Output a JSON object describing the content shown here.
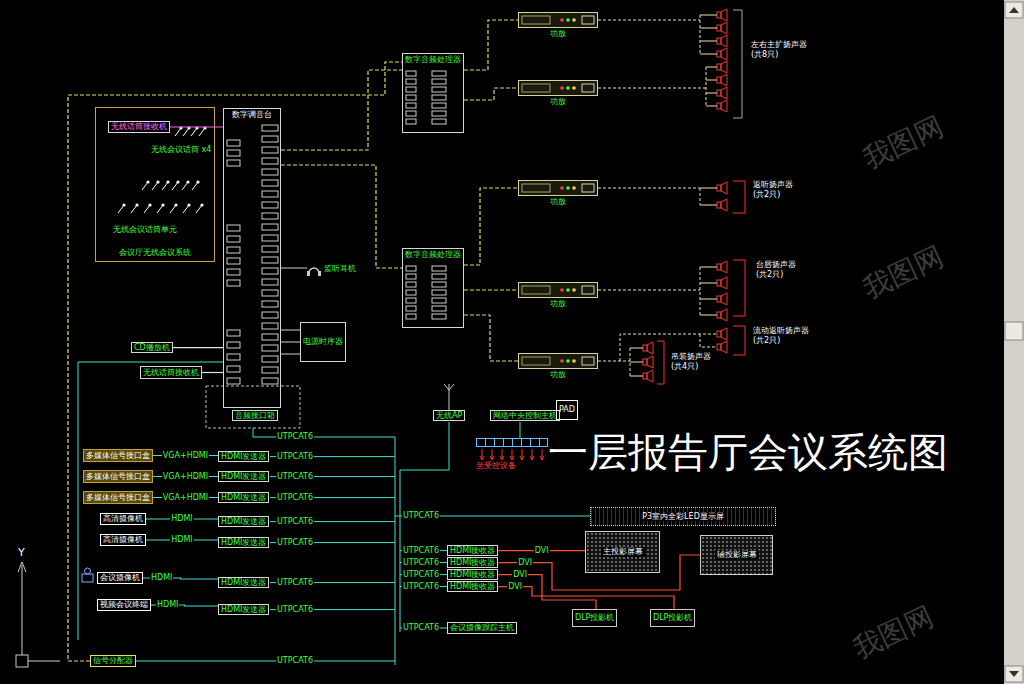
{
  "diagram": {
    "title": "一层报告厅会议系统图",
    "nodes": [
      {
        "text": [
          "数字调音台"
        ]
      },
      {
        "text": [
          "会议厅无线会议系统"
        ]
      },
      {
        "text": [
          "无线话筒接收机"
        ],
        "in": 1
      },
      {
        "text": [
          "数字音频处理器"
        ]
      },
      {
        "text": [
          "数字音频处理器"
        ]
      },
      {
        "text": [
          "功放"
        ]
      },
      {
        "text": [
          "功放"
        ]
      },
      {
        "text": [
          "功放"
        ]
      },
      {
        "text": [
          "功放"
        ]
      },
      {
        "text": [
          "功放"
        ]
      },
      {
        "text": [
          "CD播放机"
        ]
      },
      {
        "text": [
          "无线话筒接收机"
        ]
      },
      {
        "text": [
          "音频接口箱"
        ]
      },
      {
        "text": [
          "电源时序器"
        ]
      },
      {
        "text": [
          "无线AP"
        ]
      },
      {
        "text": [
          "网络中央控制主机"
        ]
      },
      {
        "text": [
          "PAD"
        ]
      },
      {
        "text": [
          "至受控设备"
        ]
      },
      {
        "text": [
          "多媒体信号接口盒"
        ]
      },
      {
        "text": [
          "多媒体信号接口盒"
        ]
      },
      {
        "text": [
          "多媒体信号接口盒"
        ]
      },
      {
        "text": [
          "高清摄像机"
        ]
      },
      {
        "text": [
          "高清摄像机"
        ]
      },
      {
        "text": [
          "会议摄像机"
        ]
      },
      {
        "text": [
          "视频会议终端"
        ]
      },
      {
        "text": [
          "信号分配器"
        ]
      },
      {
        "text": [
          "HDMI发送器"
        ]
      },
      {
        "text": [
          "HDMI发送器"
        ]
      },
      {
        "text": [
          "HDMI发送器"
        ]
      },
      {
        "text": [
          "HDMI发送器"
        ]
      },
      {
        "text": [
          "HDMI发送器"
        ]
      },
      {
        "text": [
          "HDMI发送器"
        ]
      },
      {
        "text": [
          "HDMI发送器"
        ]
      },
      {
        "text": [
          "HDMI接收器"
        ]
      },
      {
        "text": [
          "HDMI接收器"
        ]
      },
      {
        "text": [
          "HDMI接收器"
        ]
      },
      {
        "text": [
          "HDMI接收器"
        ]
      },
      {
        "text": [
          "P3室内全彩LED显示屏"
        ]
      },
      {
        "text": [
          "主投影屏幕"
        ]
      },
      {
        "text": [
          "辅投影屏幕"
        ]
      },
      {
        "text": [
          "DLP投影机"
        ]
      },
      {
        "text": [
          "DLP投影机"
        ]
      },
      {
        "text": [
          "会议摄像跟踪主机"
        ]
      }
    ],
    "edges": [
      {
        "from": 0,
        "to": 3,
        "arrow": "none"
      },
      {
        "from": 0,
        "to": 4,
        "arrow": "none"
      },
      {
        "from": 3,
        "to": 5,
        "arrow": "none"
      },
      {
        "from": 3,
        "to": 6,
        "arrow": "none"
      },
      {
        "from": 4,
        "to": 7,
        "arrow": "none"
      },
      {
        "from": 4,
        "to": 8,
        "arrow": "none"
      },
      {
        "from": 4,
        "to": 9,
        "arrow": "none"
      },
      {
        "from": 2,
        "to": 0,
        "arrow": "none"
      },
      {
        "from": 10,
        "to": 0,
        "arrow": "none"
      },
      {
        "from": 11,
        "to": 0,
        "arrow": "none"
      },
      {
        "from": 25,
        "to": 3,
        "arrow": "none"
      },
      {
        "from": 18,
        "to": 26,
        "label": "VGA+HDMI",
        "arrow": "none"
      },
      {
        "from": 19,
        "to": 27,
        "label": "VGA+HDMI",
        "arrow": "none"
      },
      {
        "from": 20,
        "to": 28,
        "label": "VGA+HDMI",
        "arrow": "none"
      },
      {
        "from": 21,
        "to": 29,
        "label": "HDMI",
        "arrow": "none"
      },
      {
        "from": 22,
        "to": 30,
        "label": "HDMI",
        "arrow": "none"
      },
      {
        "from": 23,
        "to": 31,
        "label": "HDMI",
        "arrow": "none"
      },
      {
        "from": 24,
        "to": 32,
        "label": "HDMI",
        "arrow": "none"
      },
      {
        "from": 33,
        "to": 38,
        "label": "DVI",
        "arrow": "none"
      },
      {
        "from": 34,
        "to": 39,
        "label": "DVI",
        "arrow": "none"
      },
      {
        "from": 35,
        "to": 40,
        "label": "DVI",
        "arrow": "none"
      },
      {
        "from": 36,
        "to": 41,
        "label": "DVI",
        "arrow": "none"
      }
    ],
    "labels": [
      "左右主扩扬声器 (共8只)",
      "返听扬声器 (共2只)",
      "台唇扬声器 (共2只)",
      "流动返听扬声器 (共2只)",
      "吊装扬声器 (共4只)",
      "监听耳机",
      "无线会议话筒 x4",
      "无线会议话筒单元",
      "UTPCAT6",
      "UTPCAT6",
      "UTPCAT6",
      "UTPCAT6",
      "UTPCAT6",
      "UTPCAT6",
      "UTPCAT6",
      "UTPCAT6",
      "UTPCAT6",
      "UTPCAT6",
      "UTPCAT6",
      "UTPCAT6",
      "UTPCAT6",
      "UTPCAT6",
      "UTPCAT6",
      "Y",
      "我图网",
      "我图网",
      "我图网"
    ]
  }
}
